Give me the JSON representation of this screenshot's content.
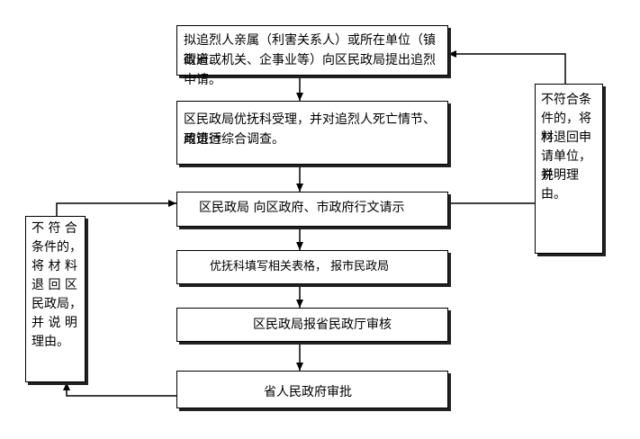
{
  "steps": [
    {
      "lines": [
        "拟追烈人亲属（利害关系人）或所在单位（镇政府或",
        "街道、机关、企事业等）向区民政局提出追烈申请。"
      ]
    },
    {
      "lines": [
        "区民政局优抚科受理，并对追烈人死亡情节、政策适",
        "用进行综合调查。"
      ]
    },
    {
      "lines": [
        "区民政局  向区政府、市政府行文请示"
      ]
    },
    {
      "lines": [
        "优抚科填写相关表格，  报市民政局"
      ]
    },
    {
      "lines": [
        "区民政局报省民政厅审核"
      ]
    },
    {
      "lines": [
        "省人民政府审批"
      ]
    }
  ],
  "right_note": {
    "lines": [
      "不符合条",
      "件的，将材",
      "料退回申",
      "请单位，并",
      "说明理由。"
    ]
  },
  "left_note": {
    "lines": [
      "不 符 合",
      "条件的，",
      "将 材 料",
      "退 回 区",
      "民政局，",
      "并 说 明",
      "理由。"
    ]
  }
}
